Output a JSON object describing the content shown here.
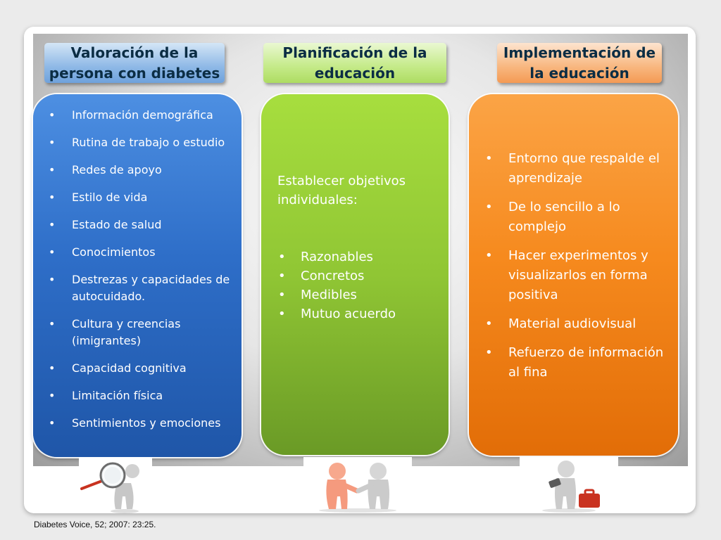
{
  "headers": {
    "assessment": "Valoración de la persona con diabetes",
    "planning": "Planificación de la educación",
    "implementation": "Implementación de la educación"
  },
  "assessment_items": [
    " Información demográfica",
    " Rutina de trabajo o estudio",
    "Redes de apoyo",
    "Estilo de vida",
    " Estado de salud",
    " Conocimientos",
    " Destrezas y capacidades de autocuidado.",
    " Cultura y creencias (imigrantes)",
    " Capacidad cognitiva",
    " Limitación física",
    " Sentimientos y emociones"
  ],
  "planning": {
    "intro": "Establecer objetivos individuales:",
    "items": [
      " Razonables",
      " Concretos",
      "Medibles",
      "Mutuo acuerdo"
    ]
  },
  "implementation_items": [
    "Entorno que respalde el aprendizaje",
    " De lo sencillo a lo complejo",
    "Hacer experimentos y visualizarlos en forma positiva",
    " Material audiovisual",
    " Refuerzo de información al fina"
  ],
  "bullet": "•",
  "icons": {
    "left": "magnifying-glass-figure-icon",
    "center": "handshake-figures-icon",
    "right": "toolbox-figure-icon"
  },
  "colors": {
    "blue": "#2e6ec8",
    "green": "#90c634",
    "orange": "#f68a1e",
    "header_text": "#0b2d44"
  },
  "footer": "Diabetes Voice, 52; 2007: 23:25."
}
